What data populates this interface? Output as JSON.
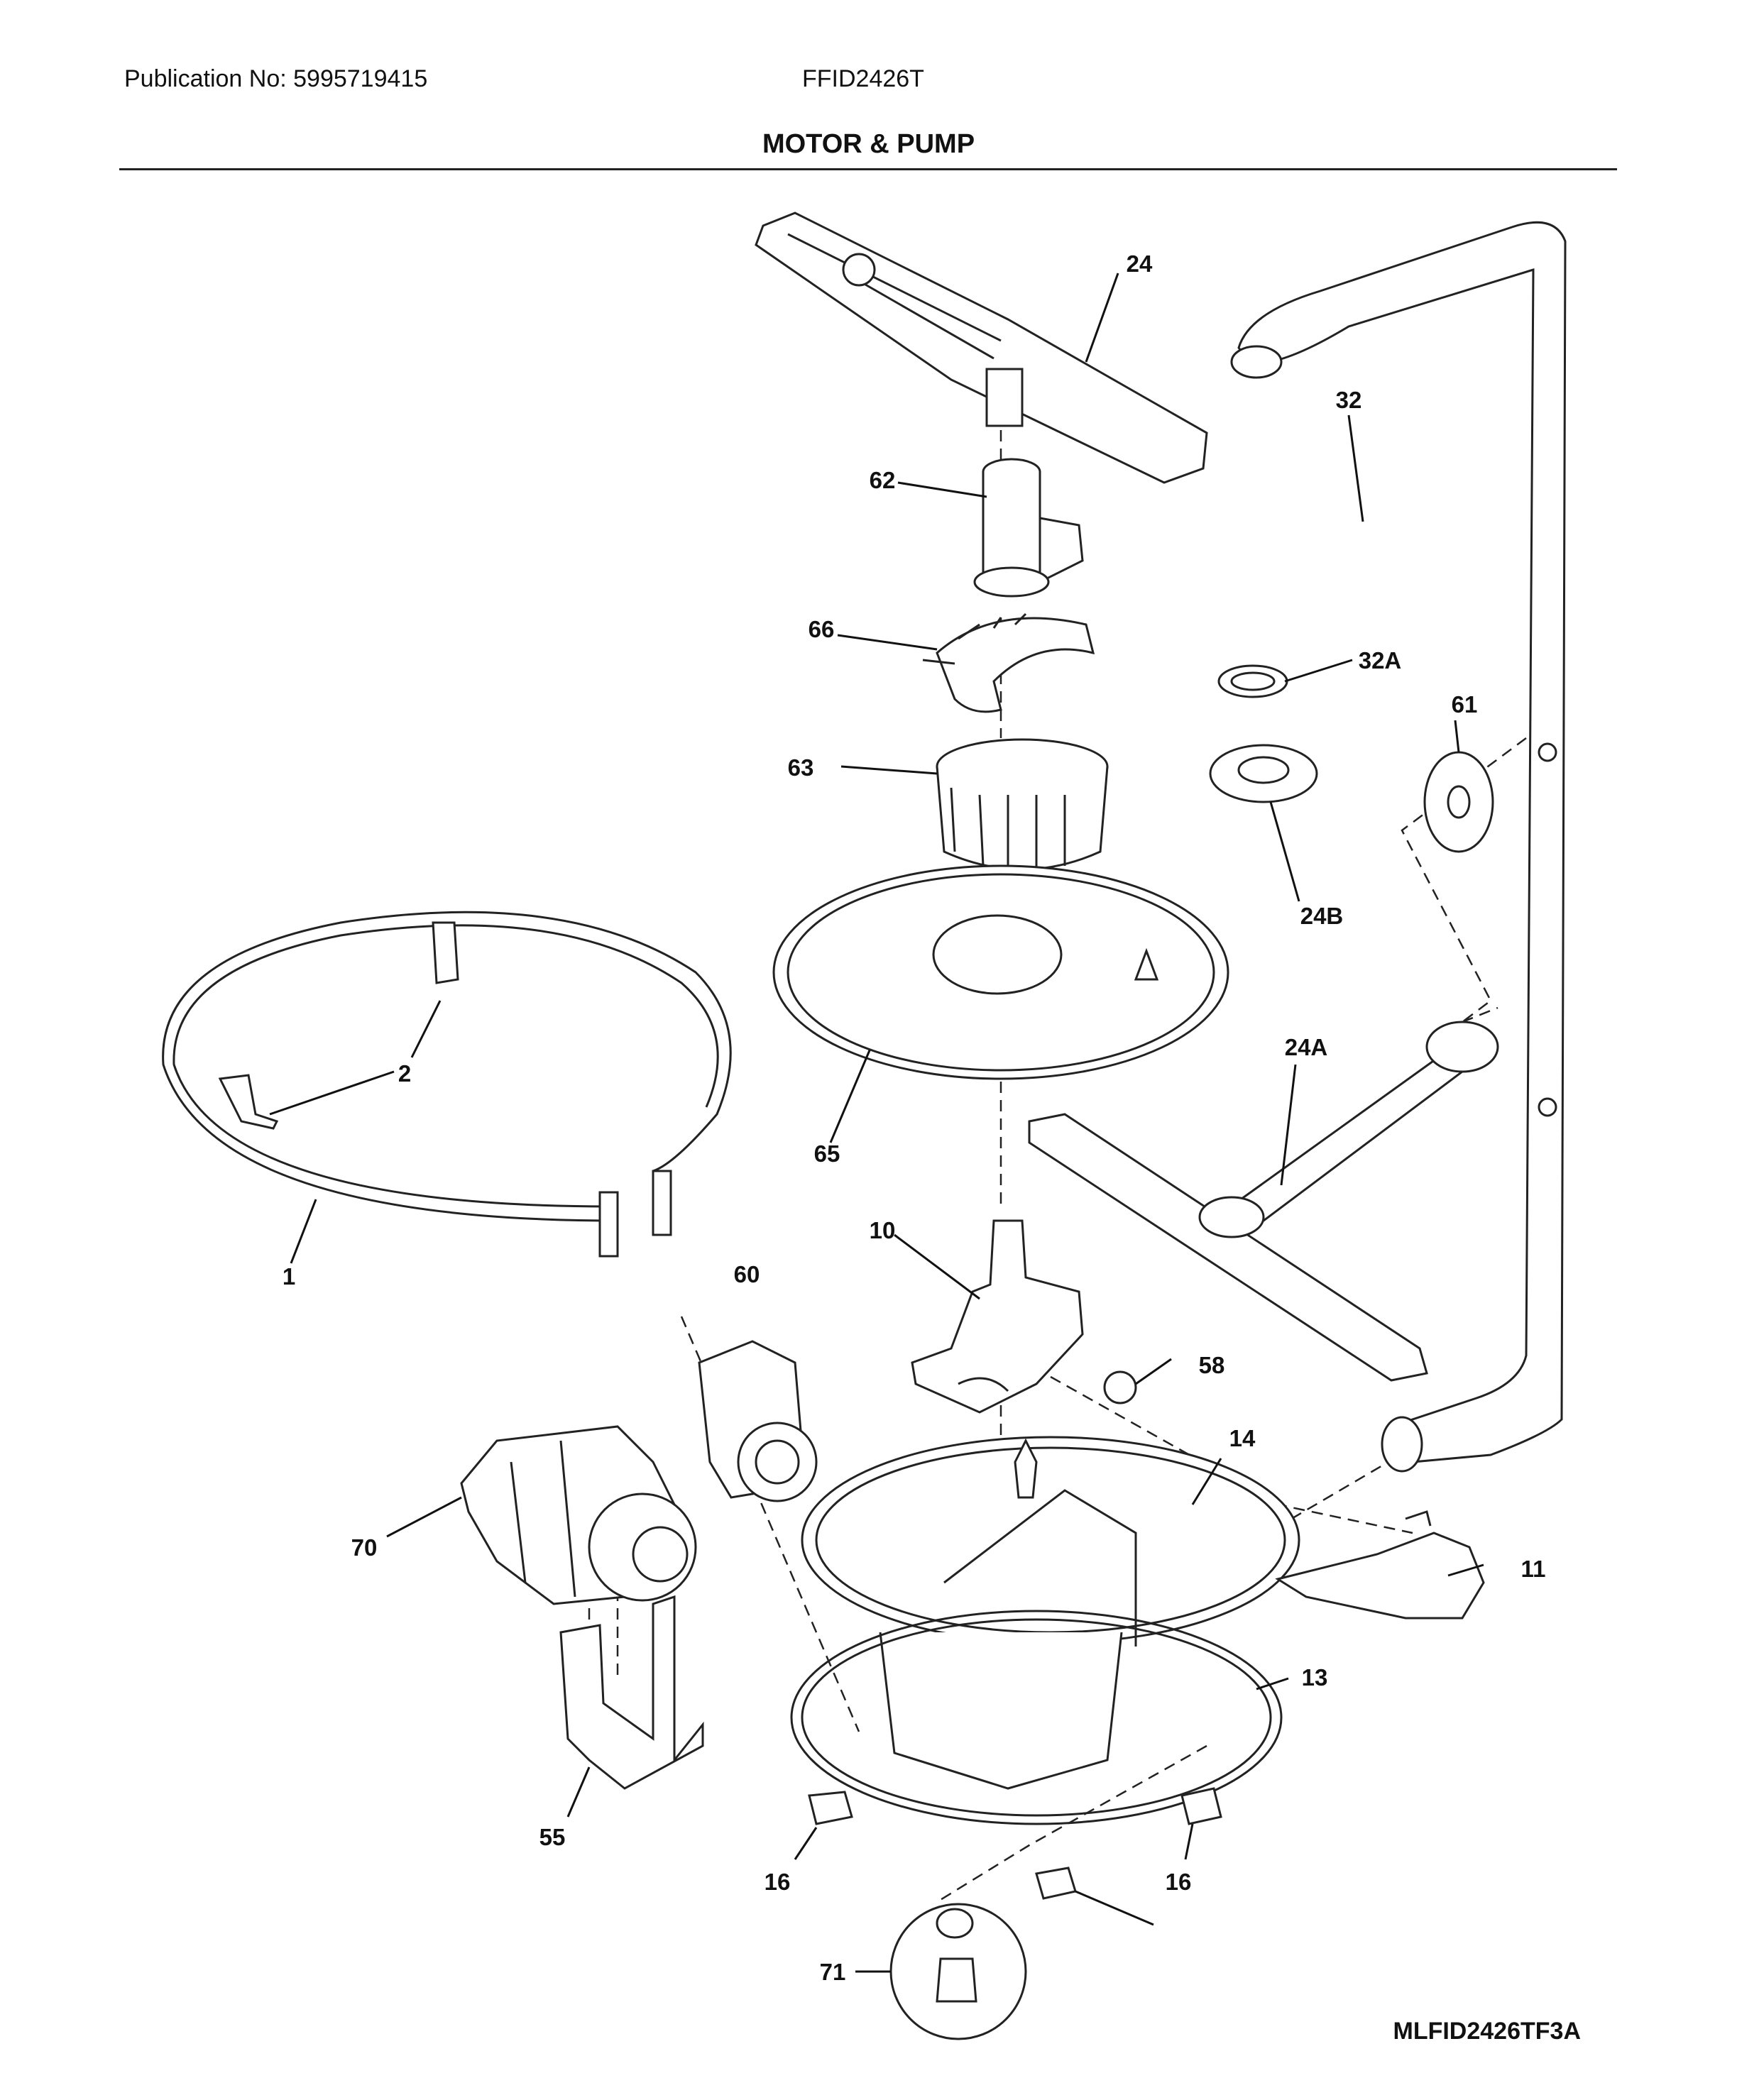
{
  "header": {
    "publication": "Publication No: 5995719415",
    "model": "FFID2426T",
    "section_title": "MOTOR & PUMP"
  },
  "diagram_code": "MLFID2426TF3A",
  "callouts": {
    "c24": "24",
    "c32": "32",
    "c62": "62",
    "c66": "66",
    "c32a": "32A",
    "c61": "61",
    "c63": "63",
    "c24b": "24B",
    "c2": "2",
    "c65": "65",
    "c24a": "24A",
    "c1": "1",
    "c60": "60",
    "c10": "10",
    "c58": "58",
    "c14": "14",
    "c70": "70",
    "c11": "11",
    "c13": "13",
    "c55": "55",
    "c16a": "16",
    "c16b": "16",
    "c71": "71"
  }
}
